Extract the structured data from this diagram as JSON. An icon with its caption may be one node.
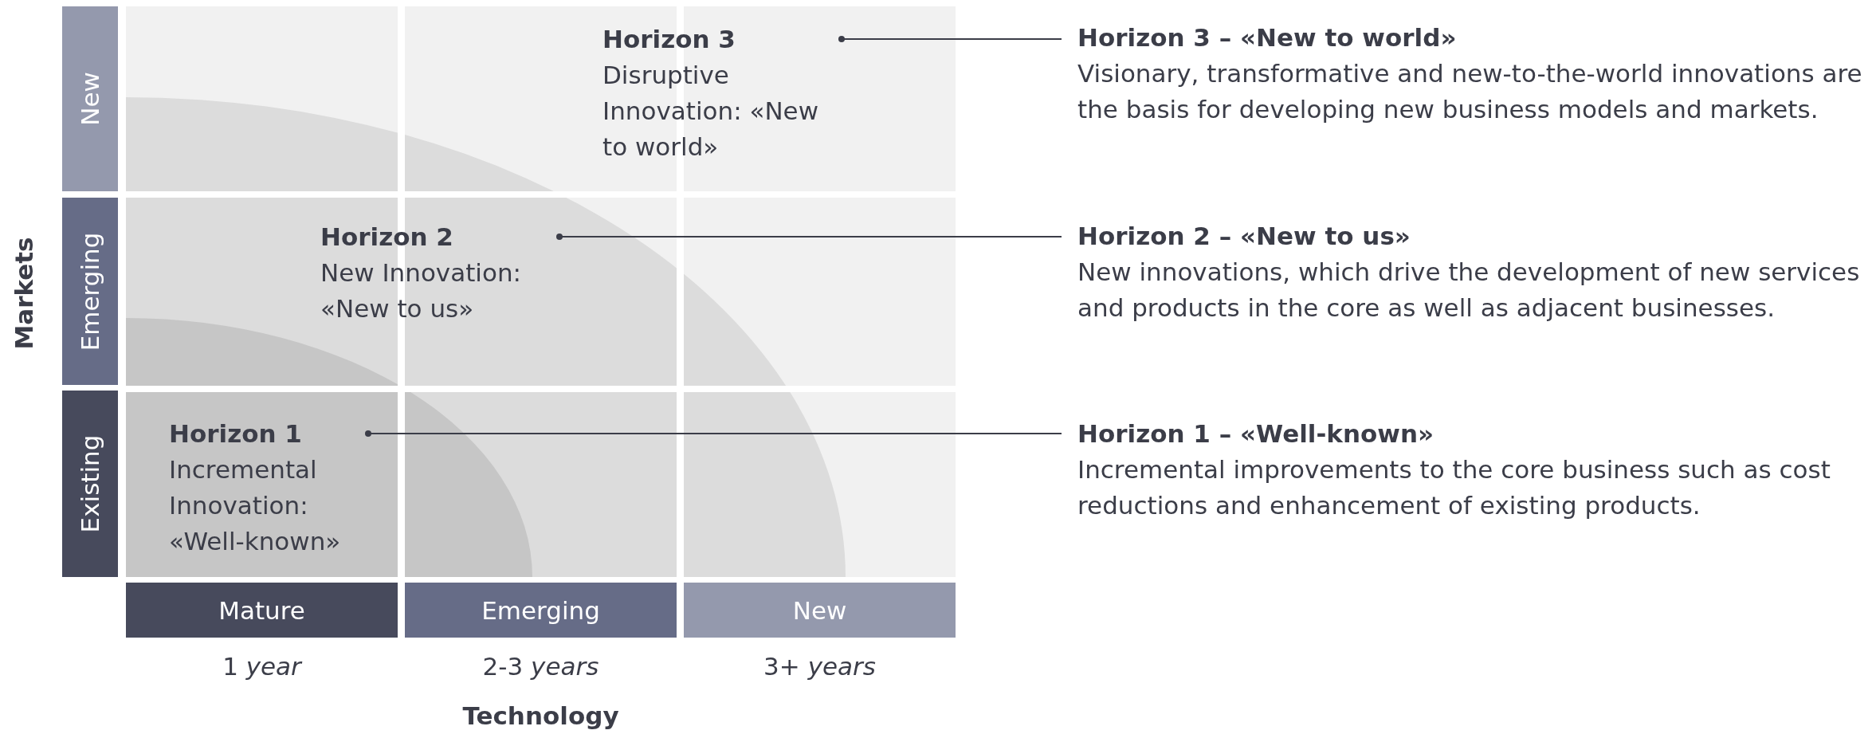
{
  "diagram": {
    "nodes": [
      {
        "text": [
          "New"
        ]
      },
      {
        "text": [
          "Emerging"
        ]
      },
      {
        "text": [
          "Existing"
        ]
      },
      {
        "text": [
          "Horizon 3",
          "Disruptive Innovation: «New to world»"
        ]
      },
      {
        "text": [
          "Horizon 2",
          "New Innovation: «New to us»"
        ]
      },
      {
        "text": [
          "Horizon 1",
          "Incremental Innovation: «Well-known»"
        ]
      },
      {
        "text": [
          "Horizon 3 – «New to world»",
          "Visionary, transformative and new-to-the-world innovations are the basis for developing new business models and markets."
        ]
      },
      {
        "text": [
          "Horizon 2 – «New to us»",
          "New innovations, which drive the development of new services and products in the core as well as adjacent businesses."
        ]
      },
      {
        "text": [
          "Horizon 1 – «Well-known»",
          "Incremental improvements to the core business such as cost reductions and enhancement of existing products."
        ]
      },
      {
        "text": [
          "Mature"
        ]
      },
      {
        "text": [
          "Emerging"
        ]
      },
      {
        "text": [
          "New"
        ]
      }
    ],
    "edges": [
      {
        "from": 3,
        "to": 6,
        "arrow": "other"
      },
      {
        "from": 4,
        "to": 7,
        "arrow": "other"
      },
      {
        "from": 5,
        "to": 8,
        "arrow": "other"
      }
    ],
    "labels": [
      "Markets",
      "1 *year*",
      "2-3 *years*",
      "3+ *years*",
      "Technology"
    ]
  }
}
